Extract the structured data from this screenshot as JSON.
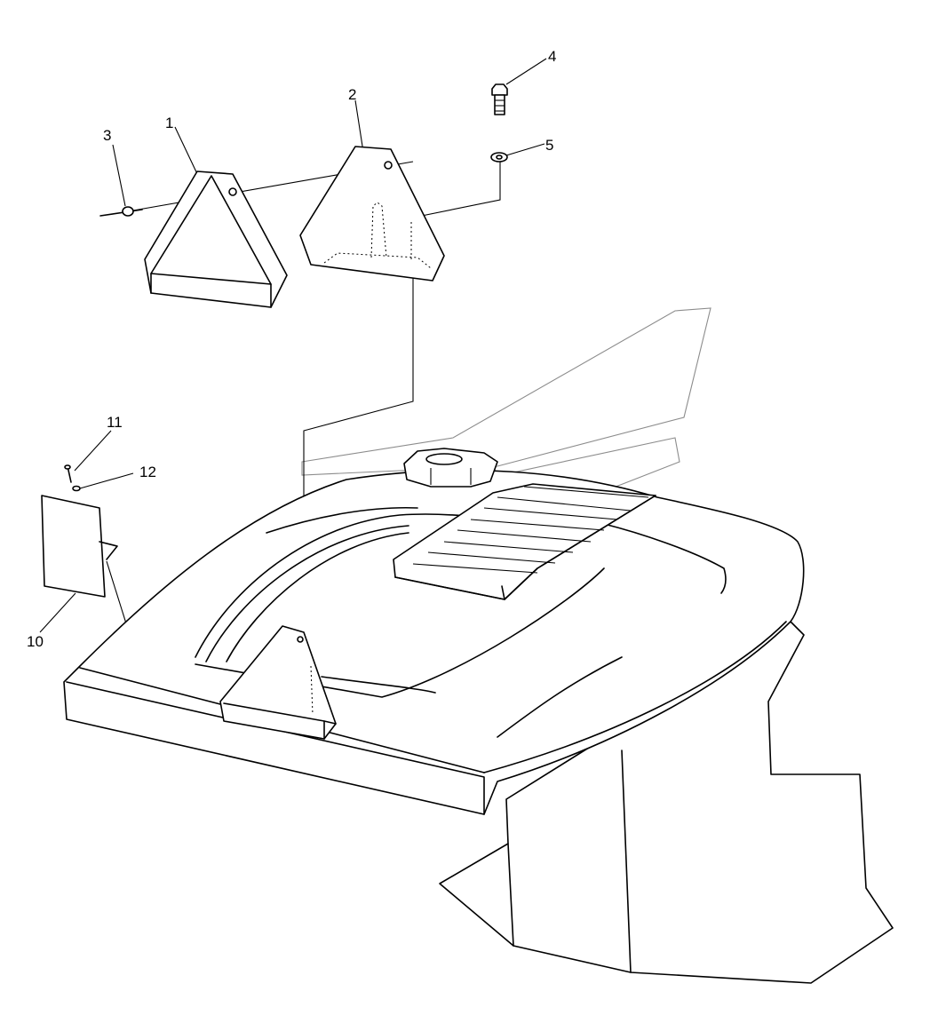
{
  "callouts": [
    {
      "id": "1",
      "label": "1"
    },
    {
      "id": "2",
      "label": "2"
    },
    {
      "id": "3",
      "label": "3"
    },
    {
      "id": "4",
      "label": "4"
    },
    {
      "id": "5",
      "label": "5"
    },
    {
      "id": "10",
      "label": "10"
    },
    {
      "id": "11",
      "label": "11"
    },
    {
      "id": "12",
      "label": "12"
    }
  ],
  "colors": {
    "line": "#000000",
    "background": "#ffffff",
    "watermark": "#8c8c8c"
  }
}
